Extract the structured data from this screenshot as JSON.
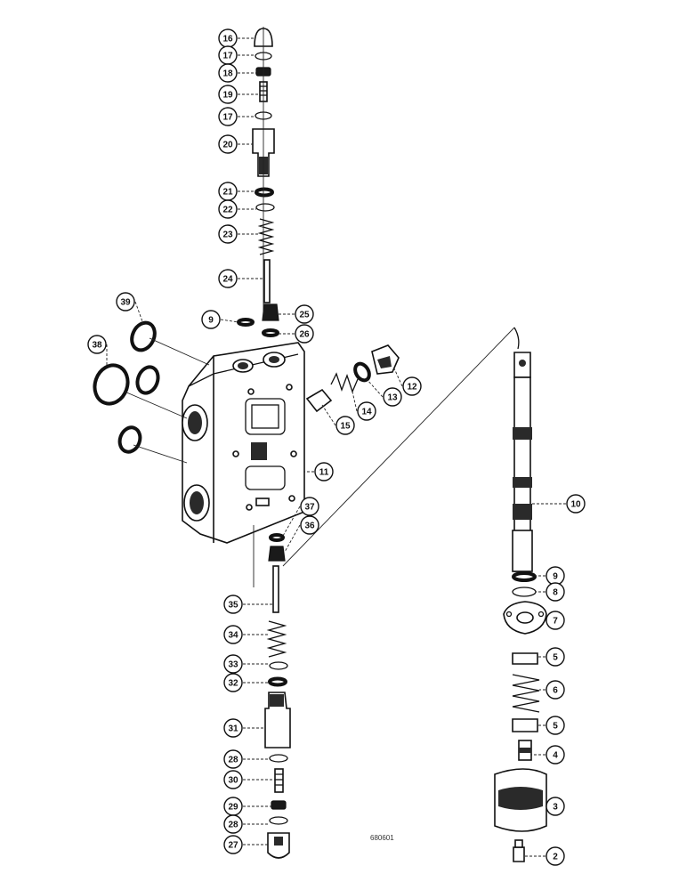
{
  "diagram": {
    "drawing_number": "680601",
    "callouts": [
      {
        "id": "c16",
        "label": "16"
      },
      {
        "id": "c17a",
        "label": "17"
      },
      {
        "id": "c18",
        "label": "18"
      },
      {
        "id": "c19",
        "label": "19"
      },
      {
        "id": "c17b",
        "label": "17"
      },
      {
        "id": "c20",
        "label": "20"
      },
      {
        "id": "c21",
        "label": "21"
      },
      {
        "id": "c22",
        "label": "22"
      },
      {
        "id": "c23",
        "label": "23"
      },
      {
        "id": "c24",
        "label": "24"
      },
      {
        "id": "c25",
        "label": "25"
      },
      {
        "id": "c26",
        "label": "26"
      },
      {
        "id": "c9a",
        "label": "9"
      },
      {
        "id": "c39",
        "label": "39"
      },
      {
        "id": "c38",
        "label": "38"
      },
      {
        "id": "c12",
        "label": "12"
      },
      {
        "id": "c13",
        "label": "13"
      },
      {
        "id": "c14",
        "label": "14"
      },
      {
        "id": "c15",
        "label": "15"
      },
      {
        "id": "c11",
        "label": "11"
      },
      {
        "id": "c37",
        "label": "37"
      },
      {
        "id": "c36",
        "label": "36"
      },
      {
        "id": "c35",
        "label": "35"
      },
      {
        "id": "c34",
        "label": "34"
      },
      {
        "id": "c33",
        "label": "33"
      },
      {
        "id": "c32",
        "label": "32"
      },
      {
        "id": "c31",
        "label": "31"
      },
      {
        "id": "c28a",
        "label": "28"
      },
      {
        "id": "c30",
        "label": "30"
      },
      {
        "id": "c29",
        "label": "29"
      },
      {
        "id": "c28b",
        "label": "28"
      },
      {
        "id": "c27",
        "label": "27"
      },
      {
        "id": "c10",
        "label": "10"
      },
      {
        "id": "c9b",
        "label": "9"
      },
      {
        "id": "c8",
        "label": "8"
      },
      {
        "id": "c7",
        "label": "7"
      },
      {
        "id": "c5a",
        "label": "5"
      },
      {
        "id": "c6",
        "label": "6"
      },
      {
        "id": "c5b",
        "label": "5"
      },
      {
        "id": "c4",
        "label": "4"
      },
      {
        "id": "c3",
        "label": "3"
      },
      {
        "id": "c2",
        "label": "2"
      }
    ]
  }
}
